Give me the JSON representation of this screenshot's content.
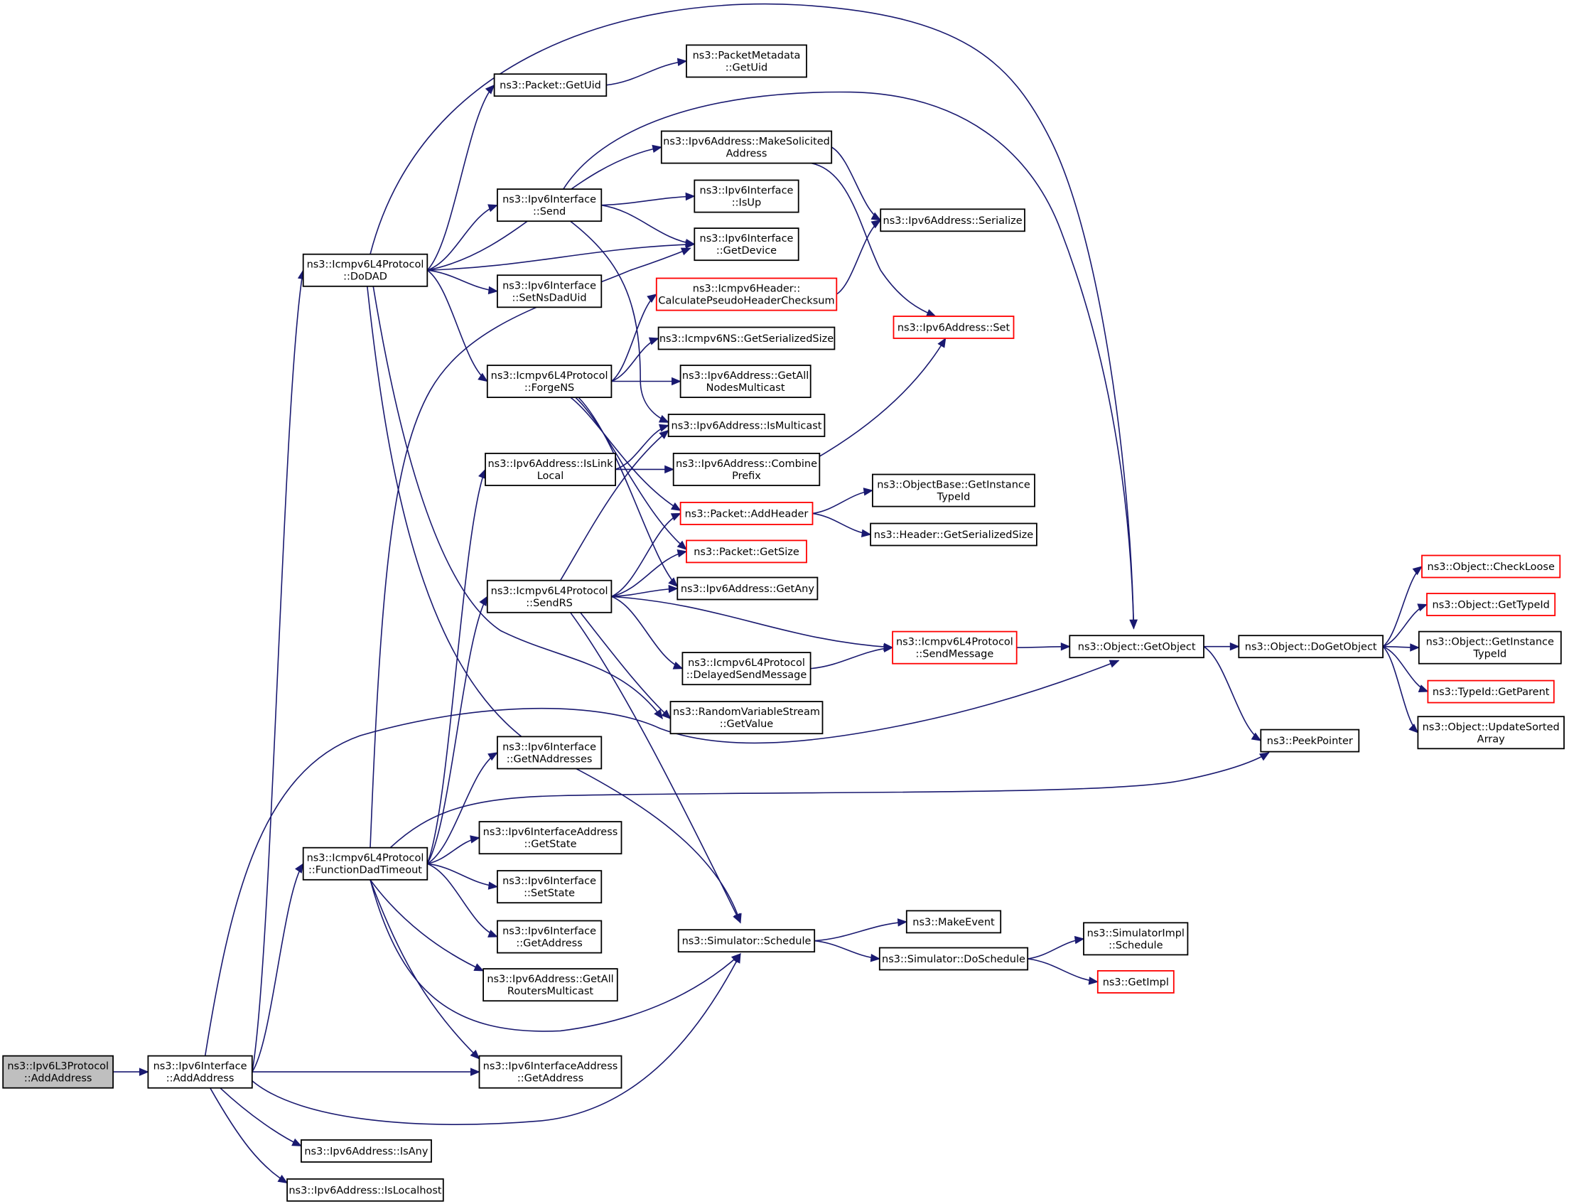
{
  "colors": {
    "edge": "#191970",
    "box_border": "#000000",
    "truncated_border": "#ff0000",
    "root_fill": "#bfbfbf",
    "background": "#ffffff"
  },
  "nodes": {
    "n_l3_addaddress": [
      "ns3::Ipv6L3Protocol",
      "::AddAddress"
    ],
    "n_iface_addaddress": [
      "ns3::Ipv6Interface",
      "::AddAddress"
    ],
    "n_dodad": [
      "ns3::Icmpv6L4Protocol",
      "::DoDAD"
    ],
    "n_fdadtimeout": [
      "ns3::Icmpv6L4Protocol",
      "::FunctionDadTimeout"
    ],
    "n_isany": [
      "ns3::Ipv6Address::IsAny"
    ],
    "n_islocalhost": [
      "ns3::Ipv6Address::IsLocalhost"
    ],
    "n_pkt_getuid": [
      "ns3::Packet::GetUid"
    ],
    "n_pmeta_getuid": [
      "ns3::PacketMetadata",
      "::GetUid"
    ],
    "n_makesolicited": [
      "ns3::Ipv6Address::MakeSolicited",
      "Address"
    ],
    "n_iface_send": [
      "ns3::Ipv6Interface",
      "::Send"
    ],
    "n_iface_isup": [
      "ns3::Ipv6Interface",
      "::IsUp"
    ],
    "n_serialize": [
      "ns3::Ipv6Address::Serialize"
    ],
    "n_getdevice": [
      "ns3::Ipv6Interface",
      "::GetDevice"
    ],
    "n_setnsdaduid": [
      "ns3::Ipv6Interface",
      "::SetNsDadUid"
    ],
    "n_calcpseudo": [
      "ns3::Icmpv6Header::",
      "CalculatePseudoHeaderChecksum"
    ],
    "n_addr_set": [
      "ns3::Ipv6Address::Set"
    ],
    "n_ns_getsersize": [
      "ns3::Icmpv6NS::GetSerializedSize"
    ],
    "n_forgens": [
      "ns3::Icmpv6L4Protocol",
      "::ForgeNS"
    ],
    "n_getallnodes": [
      "ns3::Ipv6Address::GetAll",
      "NodesMulticast"
    ],
    "n_ismulticast": [
      "ns3::Ipv6Address::IsMulticast"
    ],
    "n_islinklocal": [
      "ns3::Ipv6Address::IsLink",
      "Local"
    ],
    "n_combineprefix": [
      "ns3::Ipv6Address::Combine",
      "Prefix"
    ],
    "n_getinstancetypeid_ob": [
      "ns3::ObjectBase::GetInstance",
      "TypeId"
    ],
    "n_addheader": [
      "ns3::Packet::AddHeader"
    ],
    "n_hdr_getsersize": [
      "ns3::Header::GetSerializedSize"
    ],
    "n_pkt_getsize": [
      "ns3::Packet::GetSize"
    ],
    "n_getany": [
      "ns3::Ipv6Address::GetAny"
    ],
    "n_sendrs": [
      "ns3::Icmpv6L4Protocol",
      "::SendRS"
    ],
    "n_sendmessage": [
      "ns3::Icmpv6L4Protocol",
      "::SendMessage"
    ],
    "n_getobject": [
      "ns3::Object::GetObject"
    ],
    "n_dogetobject": [
      "ns3::Object::DoGetObject"
    ],
    "n_checkloose": [
      "ns3::Object::CheckLoose"
    ],
    "n_gettypeid": [
      "ns3::Object::GetTypeId"
    ],
    "n_obj_getinstance": [
      "ns3::Object::GetInstance",
      "TypeId"
    ],
    "n_getparent": [
      "ns3::TypeId::GetParent"
    ],
    "n_updatesorted": [
      "ns3::Object::UpdateSorted",
      "Array"
    ],
    "n_delayedsend": [
      "ns3::Icmpv6L4Protocol",
      "::DelayedSendMessage"
    ],
    "n_rvs_getvalue": [
      "ns3::RandomVariableStream",
      "::GetValue"
    ],
    "n_peekpointer": [
      "ns3::PeekPointer"
    ],
    "n_getnaddresses": [
      "ns3::Ipv6Interface",
      "::GetNAddresses"
    ],
    "n_ifaddr_getstate": [
      "ns3::Ipv6InterfaceAddress",
      "::GetState"
    ],
    "n_iface_setstate": [
      "ns3::Ipv6Interface",
      "::SetState"
    ],
    "n_iface_getaddress": [
      "ns3::Ipv6Interface",
      "::GetAddress"
    ],
    "n_getallrouters": [
      "ns3::Ipv6Address::GetAll",
      "RoutersMulticast"
    ],
    "n_ifaddr_getaddress": [
      "ns3::Ipv6InterfaceAddress",
      "::GetAddress"
    ],
    "n_schedule": [
      "ns3::Simulator::Schedule"
    ],
    "n_makeevent": [
      "ns3::MakeEvent"
    ],
    "n_doschedule": [
      "ns3::Simulator::DoSchedule"
    ],
    "n_simimpl_schedule": [
      "ns3::SimulatorImpl",
      "::Schedule"
    ],
    "n_getimpl": [
      "ns3::GetImpl"
    ]
  },
  "truncated_nodes": [
    "n_calcpseudo",
    "n_addr_set",
    "n_addheader",
    "n_pkt_getsize",
    "n_sendmessage",
    "n_checkloose",
    "n_gettypeid",
    "n_getparent",
    "n_getimpl"
  ],
  "root_node": "n_l3_addaddress",
  "edges": [
    [
      "n_l3_addaddress",
      "n_iface_addaddress"
    ],
    [
      "n_iface_addaddress",
      "n_dodad"
    ],
    [
      "n_iface_addaddress",
      "n_fdadtimeout"
    ],
    [
      "n_iface_addaddress",
      "n_getobject"
    ],
    [
      "n_iface_addaddress",
      "n_ifaddr_getaddress"
    ],
    [
      "n_iface_addaddress",
      "n_schedule"
    ],
    [
      "n_iface_addaddress",
      "n_isany"
    ],
    [
      "n_iface_addaddress",
      "n_islocalhost"
    ],
    [
      "n_dodad",
      "n_pkt_getuid"
    ],
    [
      "n_dodad",
      "n_makesolicited"
    ],
    [
      "n_dodad",
      "n_iface_send"
    ],
    [
      "n_dodad",
      "n_getdevice"
    ],
    [
      "n_dodad",
      "n_setnsdaduid"
    ],
    [
      "n_dodad",
      "n_forgens"
    ],
    [
      "n_dodad",
      "n_getobject"
    ],
    [
      "n_dodad",
      "n_rvs_getvalue"
    ],
    [
      "n_dodad",
      "n_schedule"
    ],
    [
      "n_pkt_getuid",
      "n_pmeta_getuid"
    ],
    [
      "n_makesolicited",
      "n_serialize"
    ],
    [
      "n_makesolicited",
      "n_addr_set"
    ],
    [
      "n_iface_send",
      "n_iface_isup"
    ],
    [
      "n_iface_send",
      "n_getdevice"
    ],
    [
      "n_iface_send",
      "n_ismulticast"
    ],
    [
      "n_iface_send",
      "n_getobject"
    ],
    [
      "n_calcpseudo",
      "n_serialize"
    ],
    [
      "n_forgens",
      "n_calcpseudo"
    ],
    [
      "n_forgens",
      "n_ns_getsersize"
    ],
    [
      "n_forgens",
      "n_getallnodes"
    ],
    [
      "n_forgens",
      "n_addheader"
    ],
    [
      "n_forgens",
      "n_pkt_getsize"
    ],
    [
      "n_forgens",
      "n_getany"
    ],
    [
      "n_islinklocal",
      "n_ismulticast"
    ],
    [
      "n_islinklocal",
      "n_combineprefix"
    ],
    [
      "n_combineprefix",
      "n_addr_set"
    ],
    [
      "n_addheader",
      "n_getinstancetypeid_ob"
    ],
    [
      "n_addheader",
      "n_hdr_getsersize"
    ],
    [
      "n_sendrs",
      "n_ismulticast"
    ],
    [
      "n_sendrs",
      "n_addheader"
    ],
    [
      "n_sendrs",
      "n_pkt_getsize"
    ],
    [
      "n_sendrs",
      "n_getany"
    ],
    [
      "n_sendrs",
      "n_sendmessage"
    ],
    [
      "n_sendrs",
      "n_delayedsend"
    ],
    [
      "n_sendrs",
      "n_rvs_getvalue"
    ],
    [
      "n_sendrs",
      "n_schedule"
    ],
    [
      "n_delayedsend",
      "n_sendmessage"
    ],
    [
      "n_sendmessage",
      "n_getobject"
    ],
    [
      "n_getobject",
      "n_dogetobject"
    ],
    [
      "n_getobject",
      "n_peekpointer"
    ],
    [
      "n_dogetobject",
      "n_checkloose"
    ],
    [
      "n_dogetobject",
      "n_gettypeid"
    ],
    [
      "n_dogetobject",
      "n_obj_getinstance"
    ],
    [
      "n_dogetobject",
      "n_getparent"
    ],
    [
      "n_dogetobject",
      "n_updatesorted"
    ],
    [
      "n_fdadtimeout",
      "n_getdevice"
    ],
    [
      "n_fdadtimeout",
      "n_islinklocal"
    ],
    [
      "n_fdadtimeout",
      "n_sendrs"
    ],
    [
      "n_fdadtimeout",
      "n_getnaddresses"
    ],
    [
      "n_fdadtimeout",
      "n_peekpointer"
    ],
    [
      "n_fdadtimeout",
      "n_ifaddr_getstate"
    ],
    [
      "n_fdadtimeout",
      "n_iface_setstate"
    ],
    [
      "n_fdadtimeout",
      "n_iface_getaddress"
    ],
    [
      "n_fdadtimeout",
      "n_getallrouters"
    ],
    [
      "n_fdadtimeout",
      "n_ifaddr_getaddress"
    ],
    [
      "n_fdadtimeout",
      "n_schedule"
    ],
    [
      "n_schedule",
      "n_makeevent"
    ],
    [
      "n_schedule",
      "n_doschedule"
    ],
    [
      "n_doschedule",
      "n_simimpl_schedule"
    ],
    [
      "n_doschedule",
      "n_getimpl"
    ]
  ]
}
